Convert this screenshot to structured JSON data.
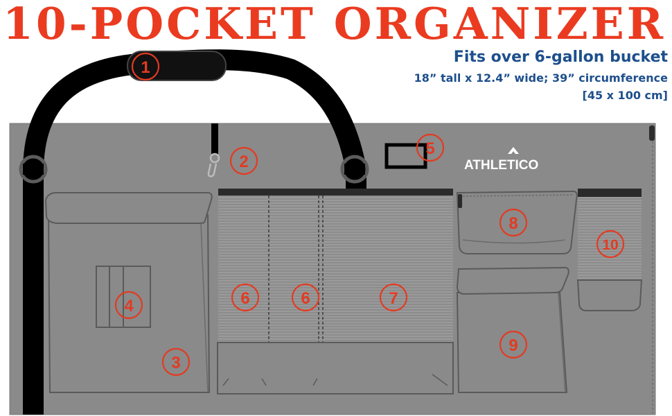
{
  "header": {
    "title": "10-POCKET ORGANIZER",
    "fit_line": "Fits over 6-gallon bucket",
    "dimensions_line": "18” tall x 12.4” wide; 39” circumference",
    "metric_line": "[45  x 100 cm]"
  },
  "brand": {
    "name": "ATHLETICO"
  },
  "callouts": [
    "1",
    "2",
    "3",
    "4",
    "5",
    "6",
    "6",
    "7",
    "8",
    "9",
    "10"
  ],
  "colors": {
    "title": "#ea3b20",
    "spec_text": "#1d4f8c",
    "fabric": "#8a8a8a",
    "strap": "#000000",
    "callout": "#e23b22"
  }
}
